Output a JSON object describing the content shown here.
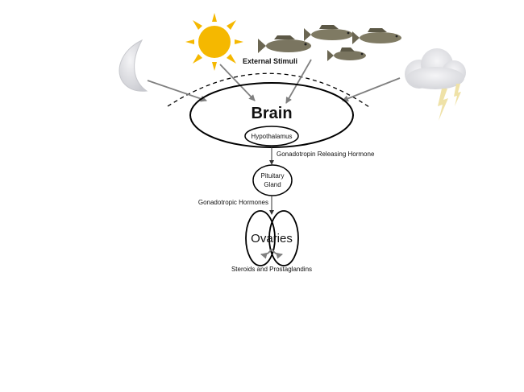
{
  "labels": {
    "external_stimuli": "External Stimuli",
    "brain": "Brain",
    "hypothalamus": "Hypothalamus",
    "gnrh": "Gonadotropin Releasing Hormone",
    "pituitary_line1": "Pituitary",
    "pituitary_line2": "Gland",
    "gonadotropic": "Gonadotropic Hormones",
    "ovaries": "Ovaries",
    "steroids": "Steroids and Prostaglandins"
  },
  "icons": {
    "moon": "moon-icon",
    "sun": "sun-icon",
    "fish": "fish-icon",
    "cloud": "storm-cloud-icon"
  },
  "colors": {
    "sun": "#f5b800",
    "arrow": "#808080",
    "outline": "#000000",
    "moon": "#dcdde2",
    "cloud": "#e3e4e8",
    "lightning": "#efe2a8",
    "fish_body": "#7a7560"
  }
}
